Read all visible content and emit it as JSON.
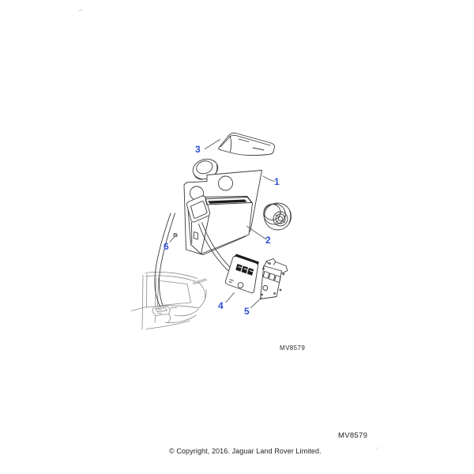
{
  "diagram": {
    "code": "MV8579",
    "callouts": [
      {
        "label": "1"
      },
      {
        "label": "2"
      },
      {
        "label": "3"
      },
      {
        "label": "4"
      },
      {
        "label": "5"
      },
      {
        "label": "6"
      }
    ]
  },
  "footer": {
    "code": "MV8579",
    "copyright": "© Copyright, 2016. Jaguar Land Rover Limited."
  },
  "colors": {
    "callout": "#2d4fd4",
    "line": "#3a3a3a",
    "ink": "#1c1c1c",
    "sketch": "#8a8a8a",
    "background": "#ffffff"
  }
}
